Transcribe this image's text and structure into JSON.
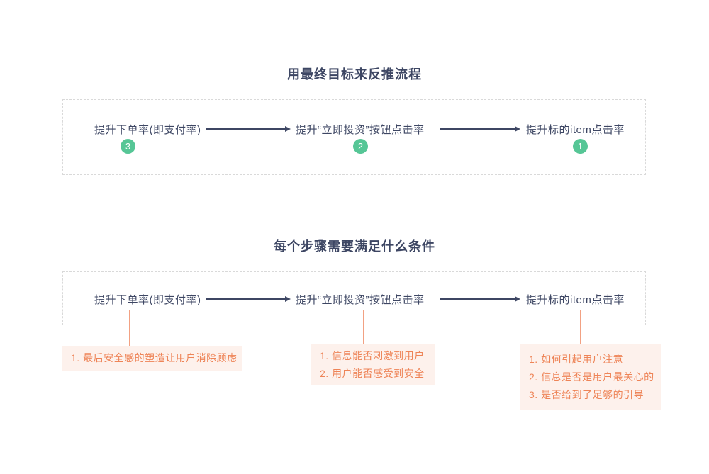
{
  "page": {
    "background": "#ffffff"
  },
  "colors": {
    "text_dark": "#3d4663",
    "badge_green": "#56c696",
    "note_text_orange": "#ee8457",
    "connector_orange": "#f2a183",
    "note_background": "#fdf1ec",
    "dashed_border": "#d9d9d9"
  },
  "section_goal": {
    "title": "用最终目标来反推流程",
    "steps": [
      {
        "label": "提升下单率(即支付率)",
        "badge": "3"
      },
      {
        "label": "提升“立即投资”按钮点击率",
        "badge": "2"
      },
      {
        "label": "提升标的item点击率",
        "badge": "1"
      }
    ]
  },
  "section_conditions": {
    "title": "每个步骤需要满足什么条件",
    "steps": [
      {
        "label": "提升下单率(即支付率)"
      },
      {
        "label": "提升“立即投资”按钮点击率"
      },
      {
        "label": "提升标的item点击率"
      }
    ],
    "notes": [
      {
        "items": [
          "1. 最后安全感的塑造让用户消除顾虑"
        ]
      },
      {
        "items": [
          "1. 信息能否刺激到用户",
          "2. 用户能否感受到安全"
        ]
      },
      {
        "items": [
          "1. 如何引起用户注意",
          "2. 信息是否是用户最关心的",
          "3. 是否给到了足够的引导"
        ]
      }
    ]
  }
}
